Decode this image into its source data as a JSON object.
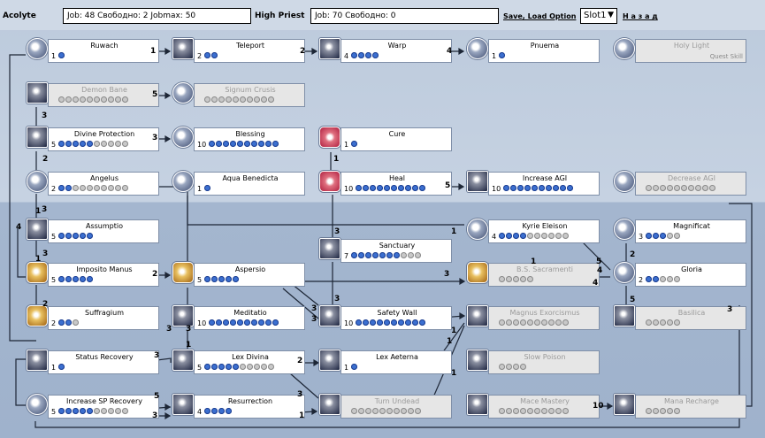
{
  "header": {
    "class1_label": "Acolyte",
    "class1_info": "Job: 48   Свободно: 2   Jobmax: 50",
    "class2_label": "High Priest",
    "class2_info": "Job: 70   Свободно: 0",
    "save_load_label": "Save, Load Option",
    "slot_value": "Slot1",
    "back_label": "Н а з а д"
  },
  "skills": [
    {
      "name": "Ruwach",
      "level": "1",
      "filled": 1,
      "empty": 0,
      "tag": ""
    },
    {
      "name": "Teleport",
      "level": "2",
      "filled": 2,
      "empty": 0,
      "tag": ""
    },
    {
      "name": "Warp",
      "level": "4",
      "filled": 4,
      "empty": 0,
      "tag": ""
    },
    {
      "name": "Pnuema",
      "level": "1",
      "filled": 1,
      "empty": 0,
      "tag": ""
    },
    {
      "name": "Holy Light",
      "level": "",
      "filled": 0,
      "empty": 0,
      "tag": "Quest Skill"
    },
    {
      "name": "Demon Bane",
      "level": "",
      "filled": 0,
      "empty": 10,
      "tag": ""
    },
    {
      "name": "Signum Crusis",
      "level": "",
      "filled": 0,
      "empty": 10,
      "tag": ""
    },
    {
      "name": "Divine Protection",
      "level": "5",
      "filled": 5,
      "empty": 5,
      "tag": ""
    },
    {
      "name": "Blessing",
      "level": "10",
      "filled": 10,
      "empty": 0,
      "tag": ""
    },
    {
      "name": "Cure",
      "level": "1",
      "filled": 1,
      "empty": 0,
      "tag": ""
    },
    {
      "name": "Angelus",
      "level": "2",
      "filled": 2,
      "empty": 8,
      "tag": ""
    },
    {
      "name": "Aqua Benedicta",
      "level": "1",
      "filled": 1,
      "empty": 0,
      "tag": ""
    },
    {
      "name": "Heal",
      "level": "10",
      "filled": 10,
      "empty": 0,
      "tag": ""
    },
    {
      "name": "Increase AGI",
      "level": "10",
      "filled": 10,
      "empty": 0,
      "tag": ""
    },
    {
      "name": "Decrease AGI",
      "level": "",
      "filled": 0,
      "empty": 10,
      "tag": ""
    },
    {
      "name": "Assumptio",
      "level": "5",
      "filled": 5,
      "empty": 0,
      "tag": ""
    },
    {
      "name": "Kyrie Eleison",
      "level": "4",
      "filled": 4,
      "empty": 6,
      "tag": ""
    },
    {
      "name": "Magnificat",
      "level": "3",
      "filled": 3,
      "empty": 2,
      "tag": ""
    },
    {
      "name": "Sanctuary",
      "level": "7",
      "filled": 7,
      "empty": 3,
      "tag": ""
    },
    {
      "name": "Imposito Manus",
      "level": "5",
      "filled": 5,
      "empty": 0,
      "tag": ""
    },
    {
      "name": "Aspersio",
      "level": "5",
      "filled": 5,
      "empty": 0,
      "tag": ""
    },
    {
      "name": "B.S. Sacramenti",
      "level": "",
      "filled": 0,
      "empty": 5,
      "tag": ""
    },
    {
      "name": "Gloria",
      "level": "2",
      "filled": 2,
      "empty": 3,
      "tag": ""
    },
    {
      "name": "Suffragium",
      "level": "2",
      "filled": 2,
      "empty": 1,
      "tag": ""
    },
    {
      "name": "Meditatio",
      "level": "10",
      "filled": 10,
      "empty": 0,
      "tag": ""
    },
    {
      "name": "Safety Wall",
      "level": "10",
      "filled": 10,
      "empty": 0,
      "tag": ""
    },
    {
      "name": "Magnus Exorcismus",
      "level": "",
      "filled": 0,
      "empty": 10,
      "tag": ""
    },
    {
      "name": "Basilica",
      "level": "",
      "filled": 0,
      "empty": 5,
      "tag": ""
    },
    {
      "name": "Status Recovery",
      "level": "1",
      "filled": 1,
      "empty": 0,
      "tag": ""
    },
    {
      "name": "Lex Divina",
      "level": "5",
      "filled": 5,
      "empty": 5,
      "tag": ""
    },
    {
      "name": "Lex Aeterna",
      "level": "1",
      "filled": 1,
      "empty": 0,
      "tag": ""
    },
    {
      "name": "Slow Poison",
      "level": "",
      "filled": 0,
      "empty": 4,
      "tag": ""
    },
    {
      "name": "Increase SP Recovery",
      "level": "5",
      "filled": 5,
      "empty": 5,
      "tag": ""
    },
    {
      "name": "Resurrection",
      "level": "4",
      "filled": 4,
      "empty": 0,
      "tag": ""
    },
    {
      "name": "Turn Undead",
      "level": "",
      "filled": 0,
      "empty": 10,
      "tag": ""
    },
    {
      "name": "Mace Mastery",
      "level": "",
      "filled": 0,
      "empty": 10,
      "tag": ""
    },
    {
      "name": "Mana Recharge",
      "level": "",
      "filled": 0,
      "empty": 5,
      "tag": ""
    }
  ],
  "requirements": [
    "1",
    "2",
    "4",
    "3",
    "5",
    "2",
    "3",
    "3",
    "1",
    "3",
    "2",
    "1",
    "3",
    "3",
    "5",
    "3",
    "3",
    "2",
    "4",
    "3",
    "3",
    "3",
    "4",
    "5",
    "2",
    "5",
    "1",
    "1",
    "1",
    "3",
    "2",
    "3",
    "5",
    "3",
    "1",
    "1",
    "3",
    "1",
    "1",
    "4",
    "1",
    "10"
  ]
}
